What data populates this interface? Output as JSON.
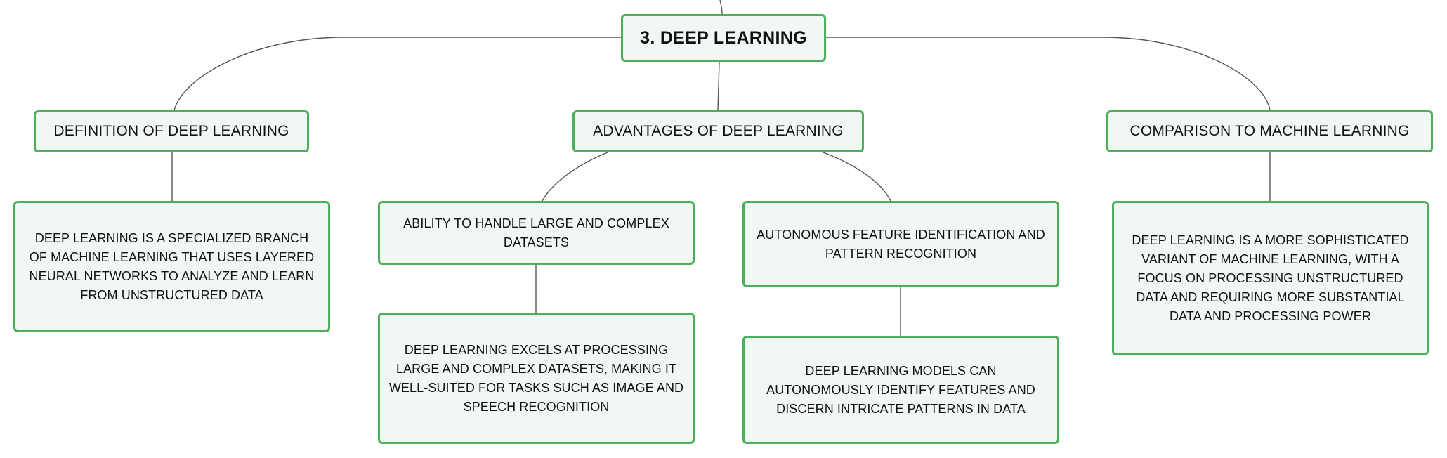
{
  "mindmap": {
    "root": {
      "label": "3. DEEP LEARNING"
    },
    "definition": {
      "label": "DEFINITION OF DEEP LEARNING",
      "detail": "DEEP LEARNING IS A SPECIALIZED BRANCH OF MACHINE LEARNING THAT USES LAYERED NEURAL NETWORKS TO ANALYZE AND LEARN FROM UNSTRUCTURED DATA"
    },
    "advantages": {
      "label": "ADVANTAGES OF DEEP LEARNING",
      "large_datasets": {
        "label": "ABILITY TO HANDLE LARGE AND COMPLEX DATASETS",
        "detail": "DEEP LEARNING EXCELS AT PROCESSING LARGE AND COMPLEX DATASETS, MAKING IT WELL-SUITED FOR TASKS SUCH AS IMAGE AND SPEECH RECOGNITION"
      },
      "feature_identification": {
        "label": "AUTONOMOUS FEATURE IDENTIFICATION AND PATTERN RECOGNITION",
        "detail": "DEEP LEARNING MODELS CAN AUTONOMOUSLY IDENTIFY FEATURES AND DISCERN INTRICATE PATTERNS IN DATA"
      }
    },
    "comparison": {
      "label": "COMPARISON TO MACHINE LEARNING",
      "detail": "DEEP LEARNING IS A MORE SOPHISTICATED VARIANT OF MACHINE LEARNING, WITH A FOCUS ON PROCESSING UNSTRUCTURED DATA AND REQUIRING MORE SUBSTANTIAL DATA AND PROCESSING POWER"
    }
  },
  "colors": {
    "node_border": "#4caf5a",
    "node_fill": "#f1f8f3",
    "connector": "#555555",
    "text": "#111111"
  }
}
